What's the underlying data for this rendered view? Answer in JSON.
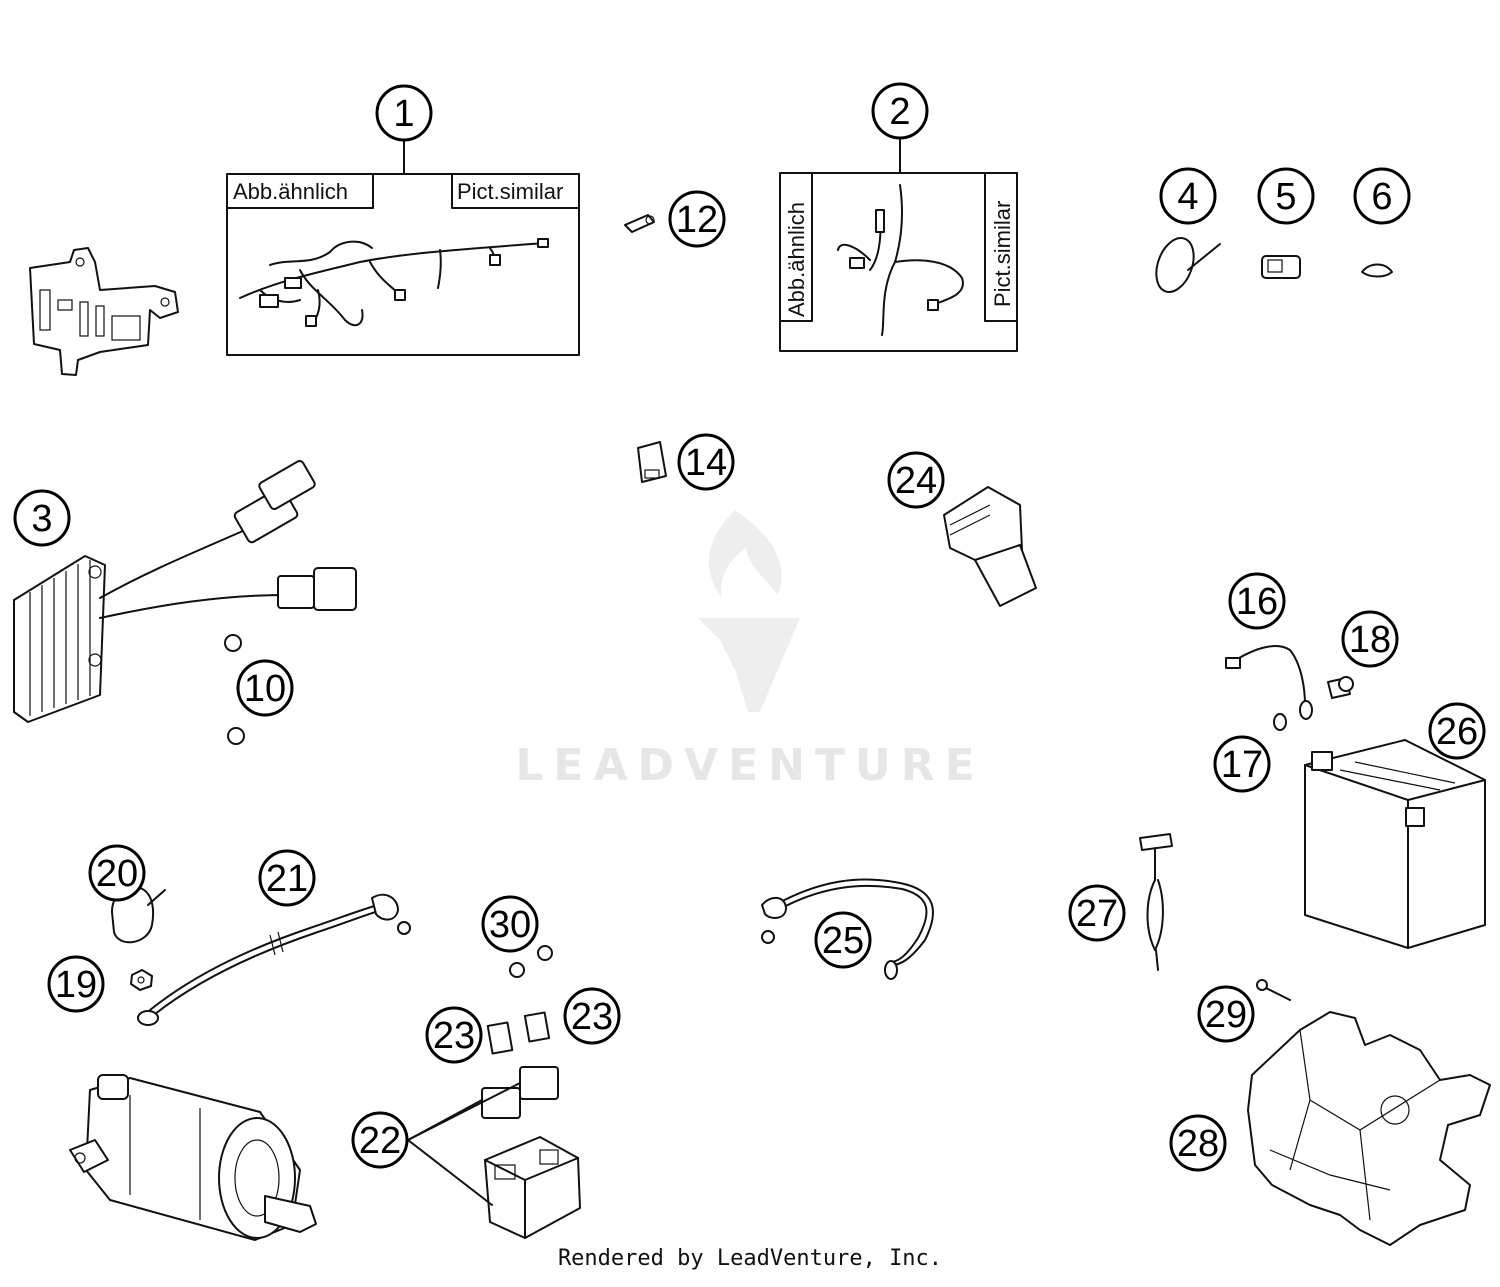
{
  "callouts": [
    {
      "id": "1",
      "label": "1"
    },
    {
      "id": "2",
      "label": "2"
    },
    {
      "id": "3",
      "label": "3"
    },
    {
      "id": "4",
      "label": "4"
    },
    {
      "id": "5",
      "label": "5"
    },
    {
      "id": "6",
      "label": "6"
    },
    {
      "id": "10",
      "label": "10"
    },
    {
      "id": "12",
      "label": "12"
    },
    {
      "id": "14",
      "label": "14"
    },
    {
      "id": "16",
      "label": "16"
    },
    {
      "id": "17",
      "label": "17"
    },
    {
      "id": "18",
      "label": "18"
    },
    {
      "id": "19",
      "label": "19"
    },
    {
      "id": "20",
      "label": "20"
    },
    {
      "id": "21",
      "label": "21"
    },
    {
      "id": "22",
      "label": "22"
    },
    {
      "id": "23a",
      "label": "23"
    },
    {
      "id": "23b",
      "label": "23"
    },
    {
      "id": "24",
      "label": "24"
    },
    {
      "id": "25",
      "label": "25"
    },
    {
      "id": "26",
      "label": "26"
    },
    {
      "id": "27",
      "label": "27"
    },
    {
      "id": "28",
      "label": "28"
    },
    {
      "id": "29",
      "label": "29"
    },
    {
      "id": "30",
      "label": "30"
    }
  ],
  "boxes": {
    "box1": {
      "label_left": "Abb.ähnlich",
      "label_right": "Pict.similar"
    },
    "box2": {
      "label_left": "Abb.ähnlich",
      "label_right": "Pict.similar"
    }
  },
  "watermark": {
    "text": "LEADVENTURE"
  },
  "footer": {
    "text": "Rendered by LeadVenture, Inc."
  }
}
